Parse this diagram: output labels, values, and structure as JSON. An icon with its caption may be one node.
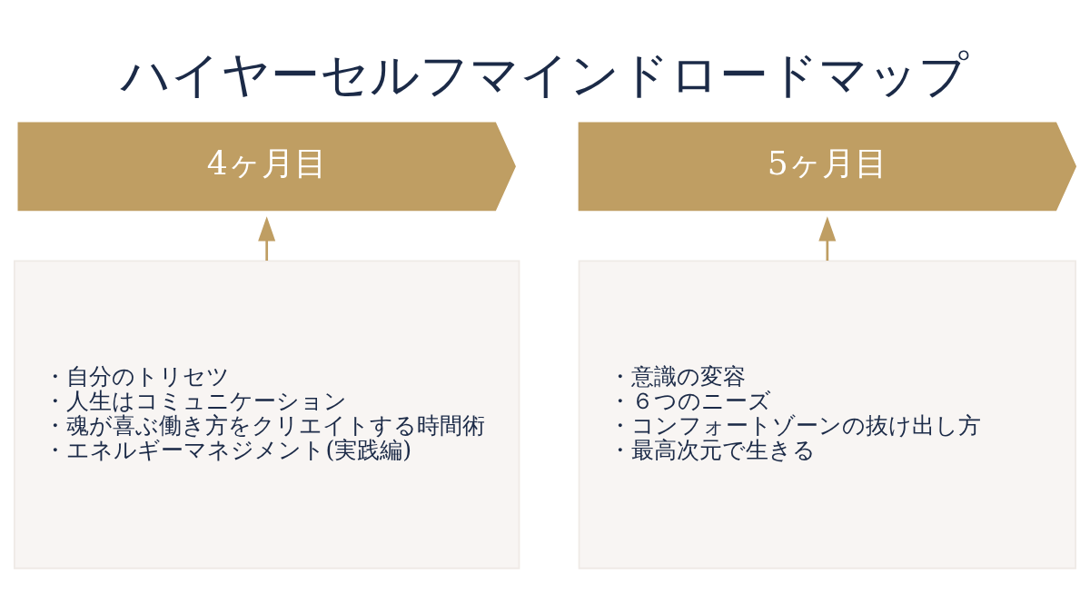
{
  "diagram": {
    "title": "ハイヤーセルフマインドロードマップ",
    "nodes": [
      {
        "text": [
          "4ヶ月目"
        ]
      },
      {
        "text": [
          "5ヶ月目"
        ]
      },
      {
        "text": [
          "・自分のトリセツ",
          "・人生はコミュニケーション",
          "・魂が喜ぶ働き方をクリエイトする時間術",
          "・エネルギーマネジメント(実践編)"
        ]
      },
      {
        "text": [
          "・意識の変容",
          "・６つのニーズ",
          "・コンフォートゾーンの抜け出し方",
          "・最高次元で生きる"
        ]
      }
    ],
    "edges": [
      {
        "from": 2,
        "to": 0,
        "arrow": "to"
      },
      {
        "from": 3,
        "to": 1,
        "arrow": "to"
      }
    ]
  }
}
